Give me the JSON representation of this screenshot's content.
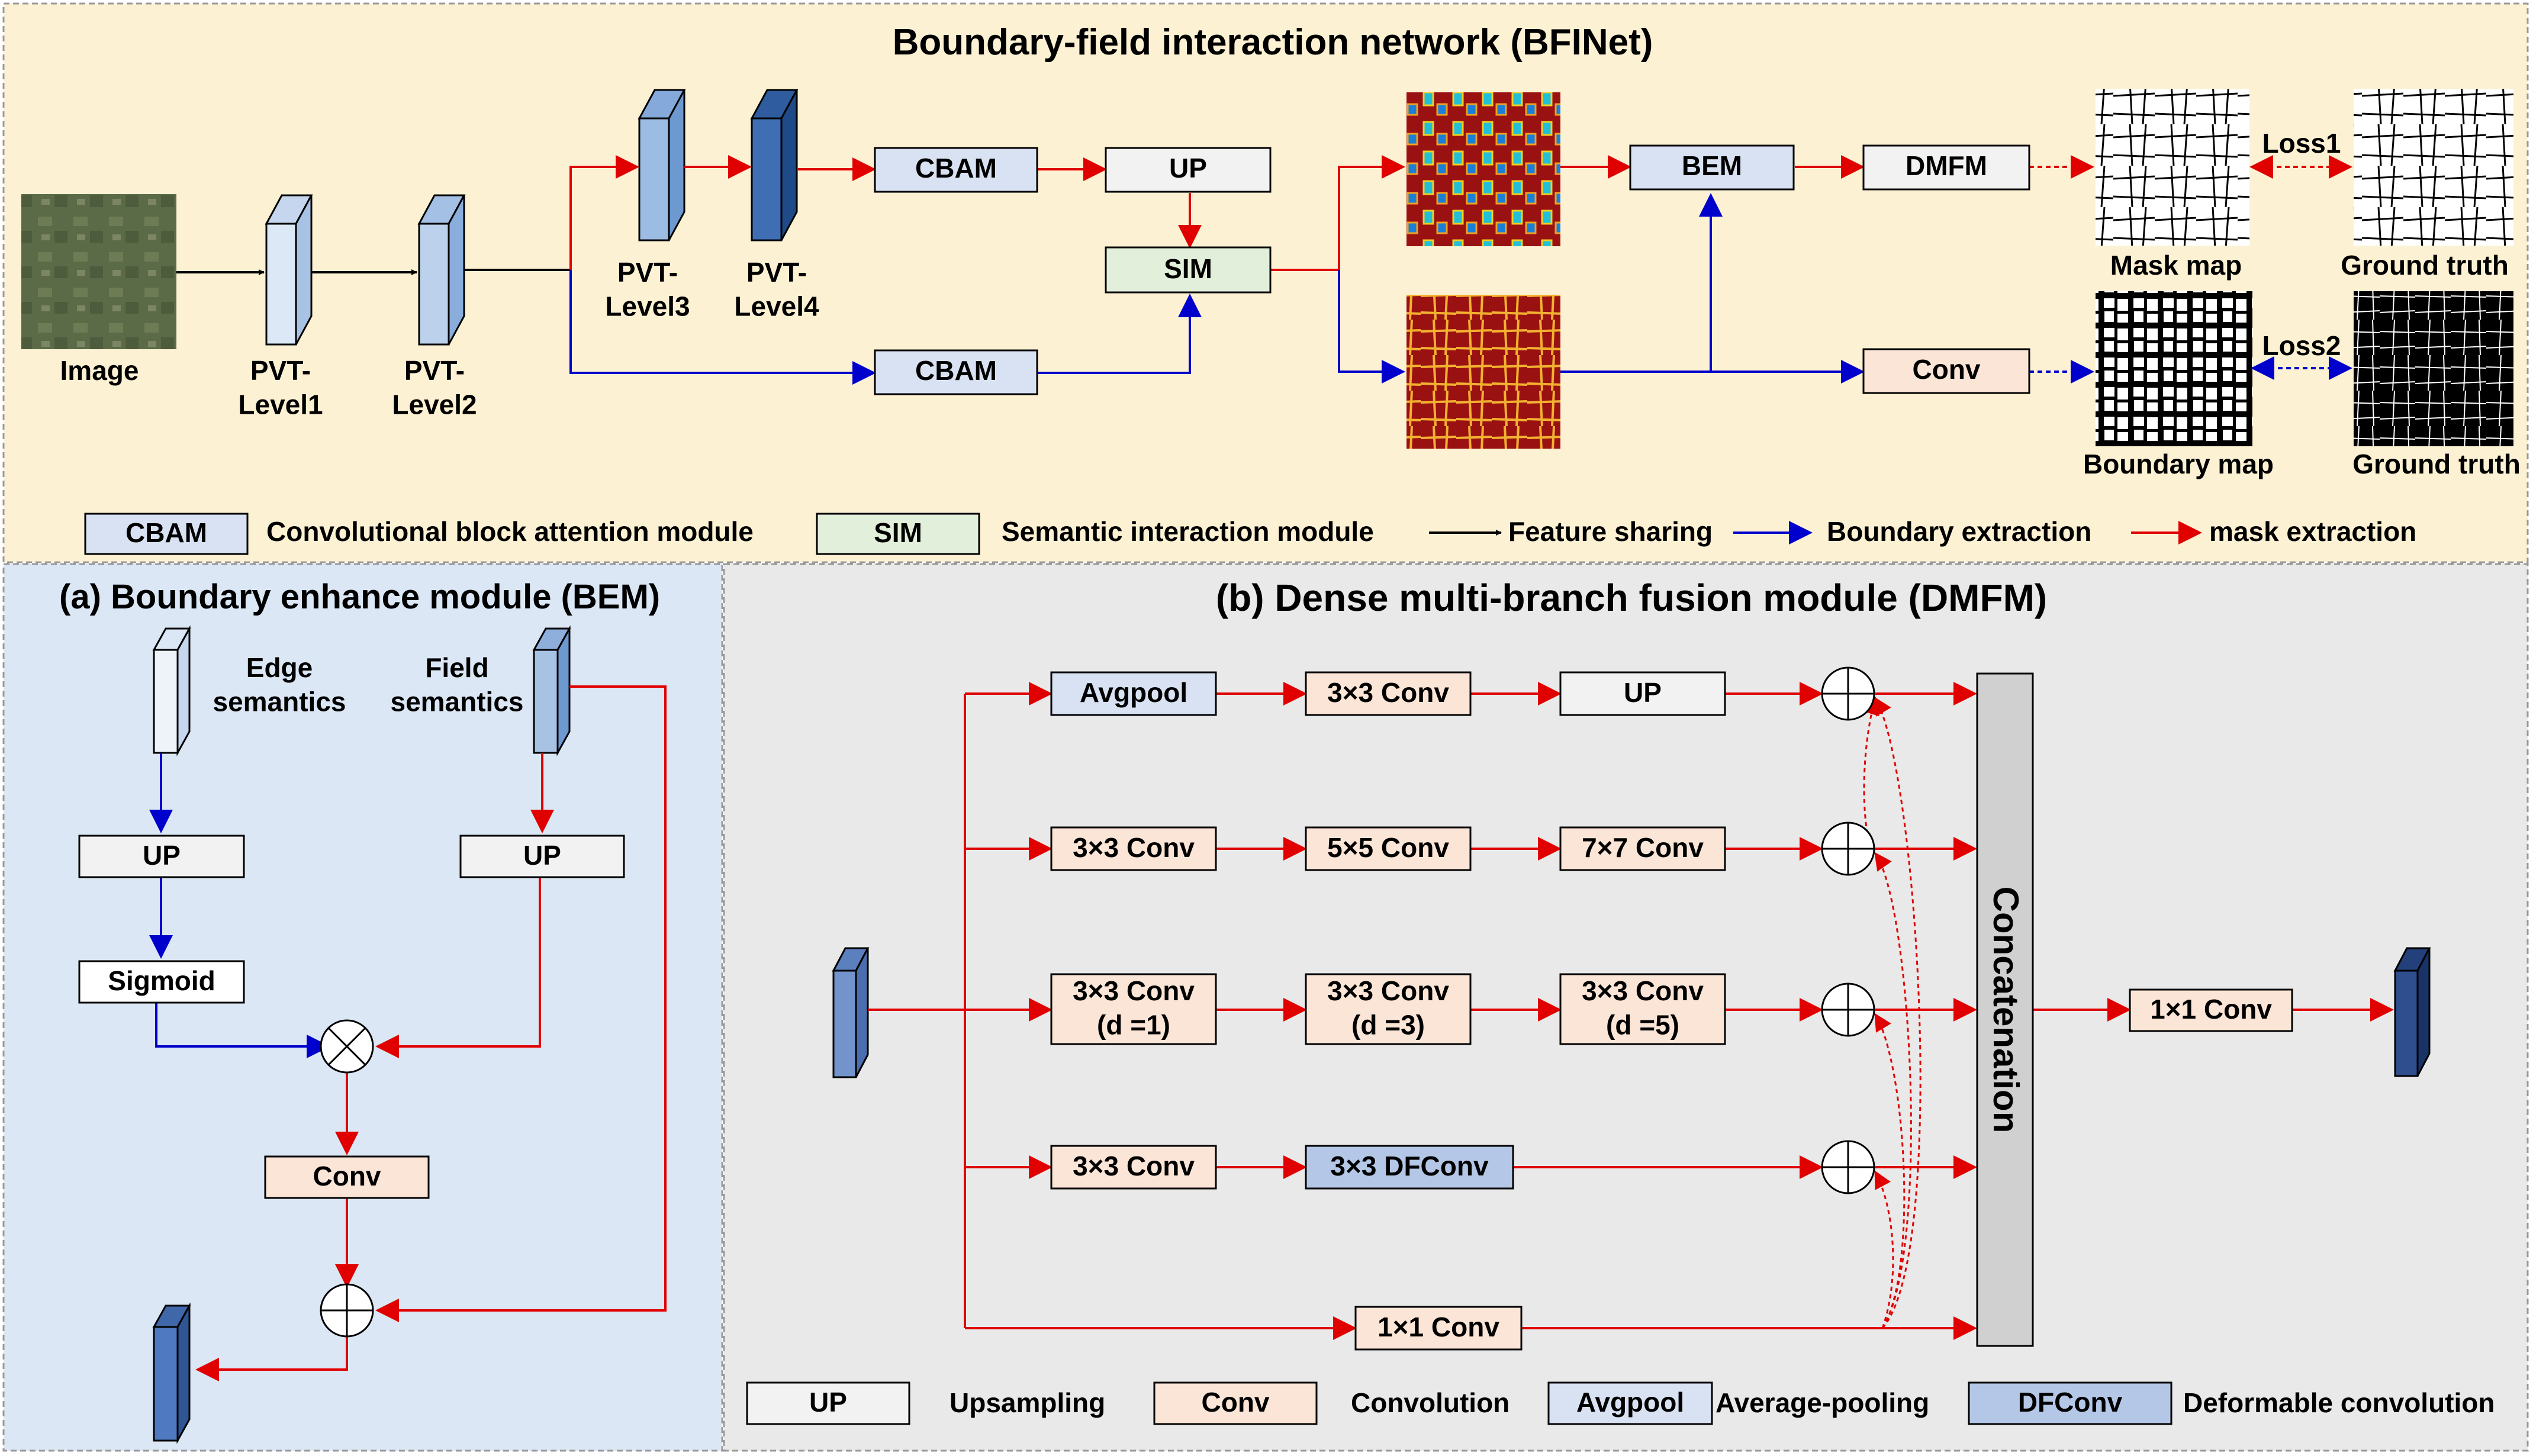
{
  "title": "Boundary-field interaction network (BFINet)",
  "colors": {
    "top_bg": "#FDF1D3",
    "bem_bg": "#DCE7F5",
    "dmfm_bg": "#E9E9E9",
    "cbam_fill": "#D9E2F3",
    "sim_fill": "#E2EFDA",
    "up_fill": "#F2F2F2",
    "conv_fill": "#FBE5D6",
    "avgpool_fill": "#D9E2F3",
    "dfconv_fill": "#B4C7E7",
    "concat_fill": "#D0D0D0",
    "feature_arrow": "#000000",
    "boundary_arrow": "#0000CC",
    "mask_arrow": "#E00000"
  },
  "top": {
    "image_label": "Image",
    "pvt1": "PVT-\nLevel1",
    "pvt2": "PVT-\nLevel2",
    "pvt3": "PVT-\nLevel3",
    "pvt4": "PVT-\nLevel4",
    "cbam_top": "CBAM",
    "cbam_bottom": "CBAM",
    "up": "UP",
    "sim": "SIM",
    "bem": "BEM",
    "dmfm": "DMFM",
    "conv": "Conv",
    "loss1": "Loss1",
    "loss2": "Loss2",
    "mask_map": "Mask map",
    "ground_truth_1": "Ground truth",
    "boundary_map": "Boundary map",
    "ground_truth_2": "Ground truth"
  },
  "legend_top": {
    "cbam_box": "CBAM",
    "cbam_desc": "Convolutional block attention module",
    "sim_box": "SIM",
    "sim_desc": "Semantic interaction module",
    "feature_sharing": "Feature sharing",
    "boundary_extraction": "Boundary extraction",
    "mask_extraction": "mask extraction"
  },
  "bem": {
    "title": "(a) Boundary enhance module (BEM)",
    "edge": "Edge\nsemantics",
    "field": "Field\nsemantics",
    "up_left": "UP",
    "up_right": "UP",
    "sigmoid": "Sigmoid",
    "conv": "Conv"
  },
  "dmfm": {
    "title": "(b) Dense multi-branch fusion module (DMFM)",
    "row1": [
      "Avgpool",
      "3×3 Conv",
      "UP"
    ],
    "row2": [
      "3×3 Conv",
      "5×5 Conv",
      "7×7 Conv"
    ],
    "row3": [
      "3×3 Conv\n(d =1)",
      "3×3 Conv\n(d =3)",
      "3×3 Conv\n(d =5)"
    ],
    "row4": [
      "3×3 Conv",
      "3×3 DFConv"
    ],
    "row5": "1×1 Conv",
    "concat": "Concatenation",
    "out_conv": "1×1 Conv"
  },
  "legend_bottom": {
    "up_box": "UP",
    "up_desc": "Upsampling",
    "conv_box": "Conv",
    "conv_desc": "Convolution",
    "avgpool_box": "Avgpool",
    "avgpool_desc": "Average-pooling",
    "dfconv_box": "DFConv",
    "dfconv_desc": "Deformable convolution"
  }
}
